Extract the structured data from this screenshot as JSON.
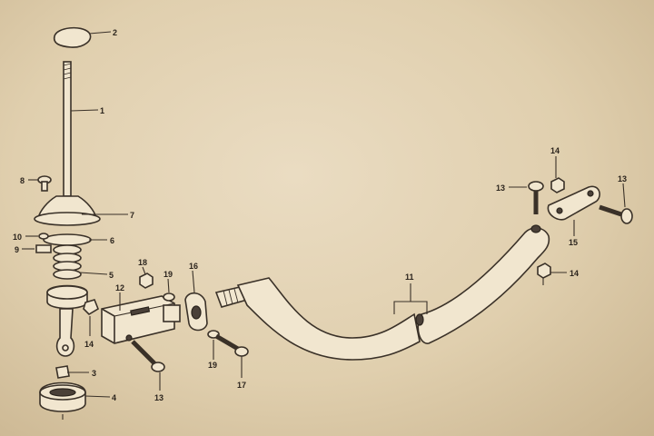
{
  "diagram": {
    "type": "exploded-parts-diagram",
    "background_color": "#e4d5b8",
    "ink_color": "#3a3128",
    "callouts": [
      {
        "id": "c1",
        "label": "1"
      },
      {
        "id": "c2",
        "label": "2"
      },
      {
        "id": "c3",
        "label": "3"
      },
      {
        "id": "c4",
        "label": "4"
      },
      {
        "id": "c5",
        "label": "5"
      },
      {
        "id": "c6",
        "label": "6"
      },
      {
        "id": "c7",
        "label": "7"
      },
      {
        "id": "c8",
        "label": "8"
      },
      {
        "id": "c9",
        "label": "9"
      },
      {
        "id": "c10",
        "label": "10"
      },
      {
        "id": "c11",
        "label": "11"
      },
      {
        "id": "c12",
        "label": "12"
      },
      {
        "id": "c13a",
        "label": "13"
      },
      {
        "id": "c13b",
        "label": "13"
      },
      {
        "id": "c13c",
        "label": "13"
      },
      {
        "id": "c14a",
        "label": "14"
      },
      {
        "id": "c14b",
        "label": "14"
      },
      {
        "id": "c14c",
        "label": "14"
      },
      {
        "id": "c15",
        "label": "15"
      },
      {
        "id": "c16",
        "label": "16"
      },
      {
        "id": "c17",
        "label": "17"
      },
      {
        "id": "c18",
        "label": "18"
      },
      {
        "id": "c19a",
        "label": "19"
      },
      {
        "id": "c19b",
        "label": "19"
      }
    ]
  }
}
